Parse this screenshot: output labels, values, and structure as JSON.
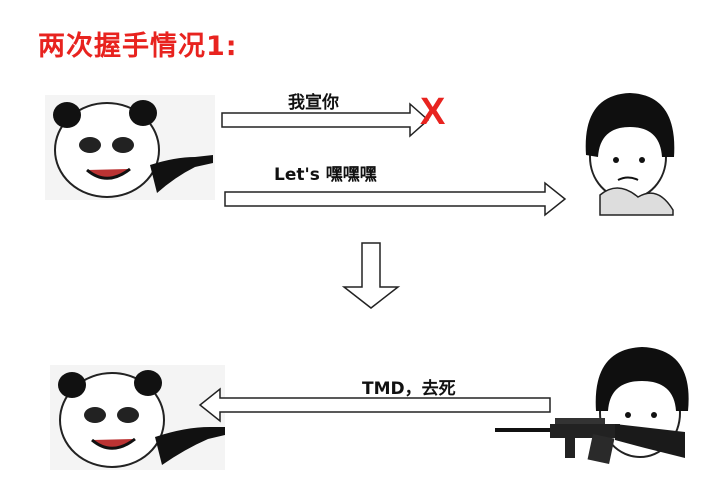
{
  "title": "两次握手情况1:",
  "arrows": {
    "first_label": "我宣你",
    "first_failed_mark": "X",
    "second_label": "Let's 嘿嘿嘿",
    "third_label": "TMD，去死"
  },
  "colors": {
    "title": "#e8231f",
    "x_mark": "#e8231f",
    "stroke": "#222222"
  },
  "icons": [
    "panda-meme-icon",
    "bowl-cut-boy-icon",
    "down-arrow-icon",
    "rifle-icon"
  ]
}
